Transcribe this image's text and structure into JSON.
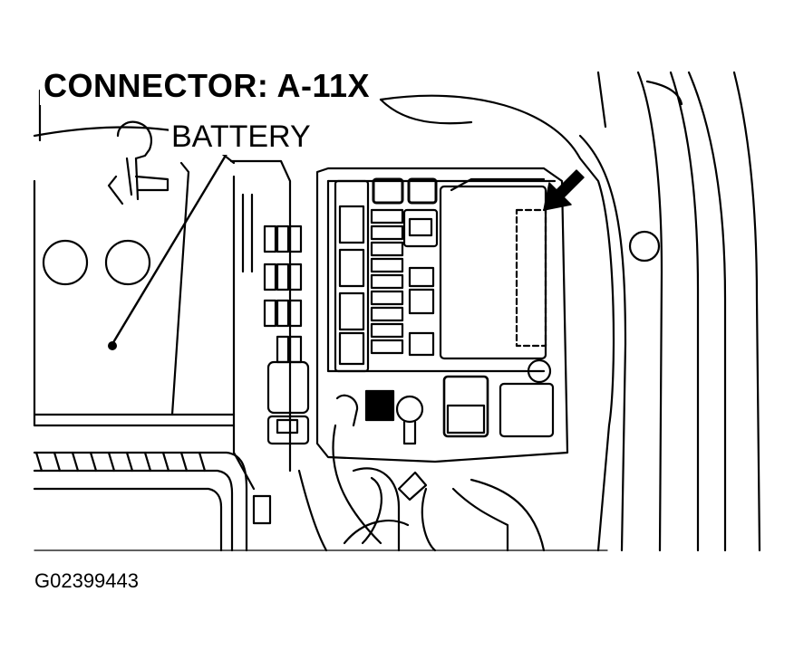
{
  "diagram": {
    "title": "CONNECTOR: A-11X",
    "callout_label": "BATTERY",
    "figure_id": "G02399443",
    "highlighted_component": "connector A-11X",
    "arrow_icon": "black-pointer-arrow"
  }
}
